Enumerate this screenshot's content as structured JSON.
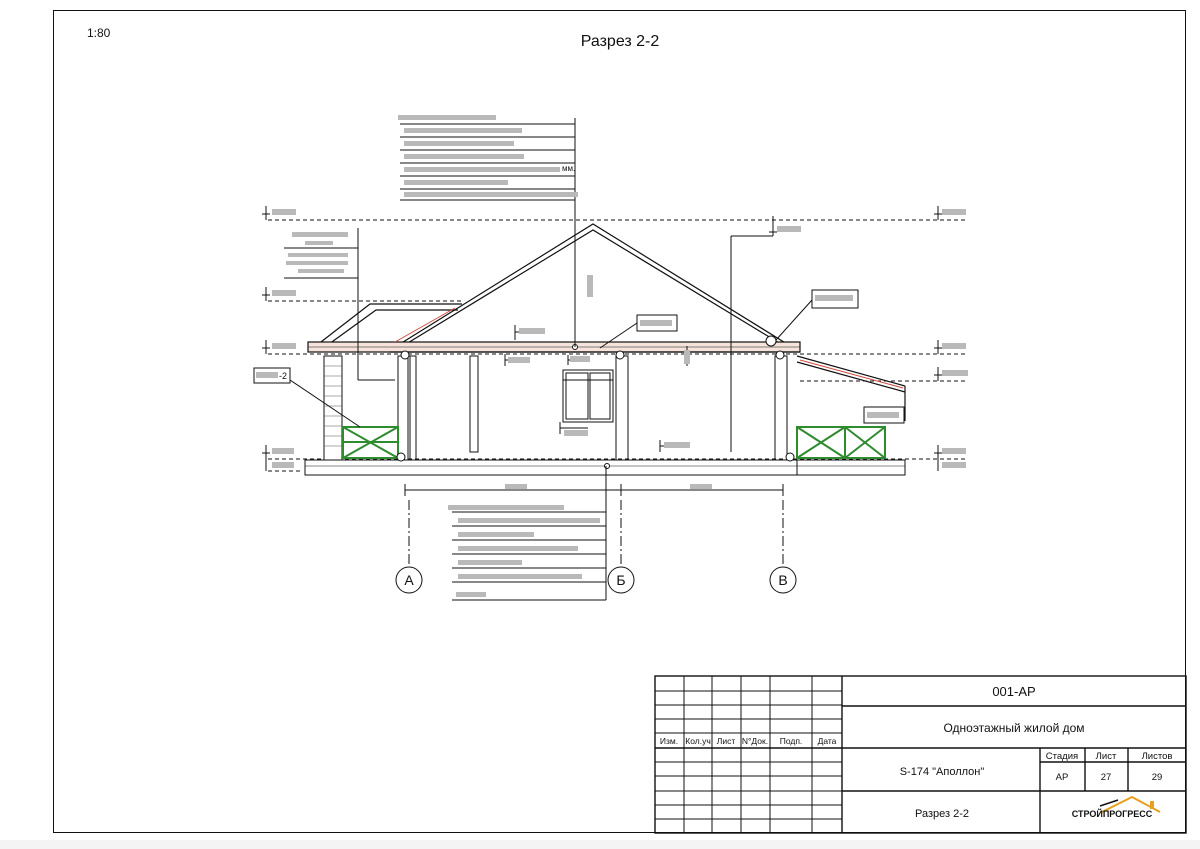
{
  "sheet": {
    "scale": "1:80",
    "title": "Разрез 2-2"
  },
  "axes": [
    "А",
    "Б",
    "В"
  ],
  "drawing_labels": {
    "section_tag": "-2",
    "note_tail": "мм."
  },
  "title_block": {
    "code": "001-АР",
    "object": "Одноэтажный жилой дом",
    "project": "S-174 \"Аполлон\"",
    "sheet_name": "Разрез 2-2",
    "headers": [
      "Изм.",
      "Кол.уч",
      "Лист",
      "N°Док.",
      "Подп.",
      "Дата"
    ],
    "stage_label": "Стадия",
    "sheet_label": "Лист",
    "sheets_label": "Листов",
    "stage": "АР",
    "sheet_no": "27",
    "sheets_total": "29",
    "company": "СТРОЙПРОГРЕСС"
  },
  "colors": {
    "line": "#111111",
    "railing": "#2e8b2e",
    "roof_accent": "#d24a3a",
    "logo_accent": "#e8a020"
  }
}
